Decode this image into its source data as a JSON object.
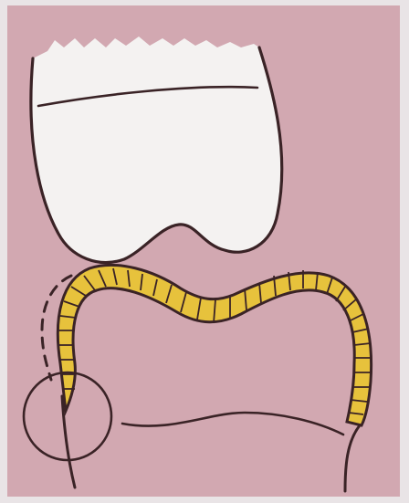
{
  "figure": {
    "type": "dental cross-section illustration",
    "labels": [],
    "colors": {
      "background": "#d2a8b1",
      "frame": "#e9e4e6",
      "upper_tooth_fill": "#f4f2f1",
      "outline": "#3a2326",
      "crown_band": "#e7c23c"
    },
    "elements": [
      "upper-tooth",
      "enamel-line",
      "crown-band",
      "segment-lines",
      "dashed-contour",
      "root-left",
      "root-right",
      "circle-highlight",
      "gum-line"
    ]
  }
}
